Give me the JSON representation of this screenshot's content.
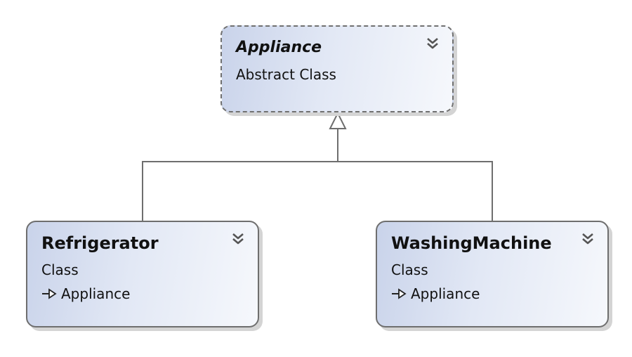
{
  "diagram": {
    "base": {
      "name": "Appliance",
      "kind": "Abstract Class"
    },
    "children": [
      {
        "name": "Refrigerator",
        "kind": "Class",
        "inherits": "Appliance"
      },
      {
        "name": "WashingMachine",
        "kind": "Class",
        "inherits": "Appliance"
      }
    ]
  },
  "colors": {
    "border": "#6e6e6e",
    "gradient_start": "#c9d3ea",
    "gradient_end": "#f6f8fc",
    "connector": "#6e6e6e"
  },
  "icons": {
    "collapse": "double-chevron-down-icon",
    "inheritance": "inheritance-arrow-icon"
  }
}
